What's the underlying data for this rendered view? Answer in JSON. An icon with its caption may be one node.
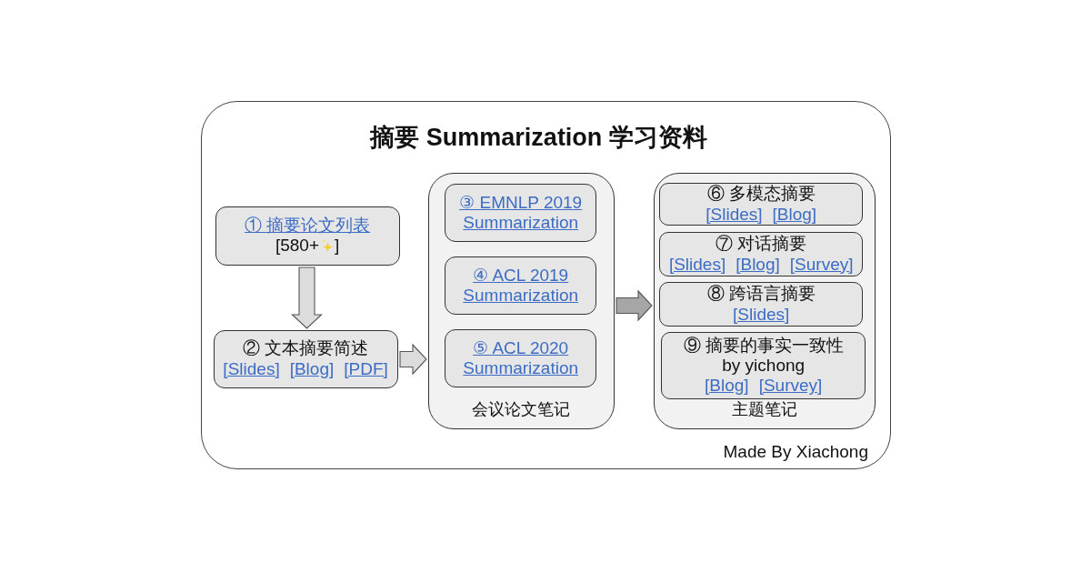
{
  "diagram": {
    "title": "摘要 Summarization 学习资料",
    "nodes": [
      {
        "text": [
          "Made By Xiachong"
        ]
      },
      {
        "text": [
          "① 摘要论文列表",
          "[580+",
          "]"
        ],
        "in": 0
      },
      {
        "text": [
          "② 文本摘要简述",
          "[Slides]",
          "[Blog]",
          "[PDF]"
        ],
        "in": 0
      },
      {
        "text": [
          "会议论文笔记"
        ],
        "in": 0
      },
      {
        "text": [
          "③ EMNLP 2019 Summarization"
        ],
        "in": 3
      },
      {
        "text": [
          "④ ACL 2019 Summarization"
        ],
        "in": 3
      },
      {
        "text": [
          "⑤ ACL 2020 Summarization"
        ],
        "in": 3
      },
      {
        "text": [
          "主题笔记"
        ],
        "in": 0
      },
      {
        "text": [
          "⑥ 多模态摘要",
          "[Slides]",
          "[Blog]"
        ],
        "in": 7
      },
      {
        "text": [
          "⑦ 对话摘要",
          "[Slides]",
          "[Blog]",
          "[Survey]"
        ],
        "in": 7
      },
      {
        "text": [
          "⑧ 跨语言摘要",
          "[Slides]"
        ],
        "in": 7
      },
      {
        "text": [
          "⑨ 摘要的事实一致性 by yichong",
          "[Blog]",
          "[Survey]"
        ],
        "in": 7
      }
    ],
    "edges": [
      {
        "from": 1,
        "to": 2,
        "arrow": "to"
      },
      {
        "from": 2,
        "to": 3,
        "arrow": "to"
      },
      {
        "from": 3,
        "to": 7,
        "arrow": "to",
        "color": "#a6a6a6"
      }
    ]
  }
}
